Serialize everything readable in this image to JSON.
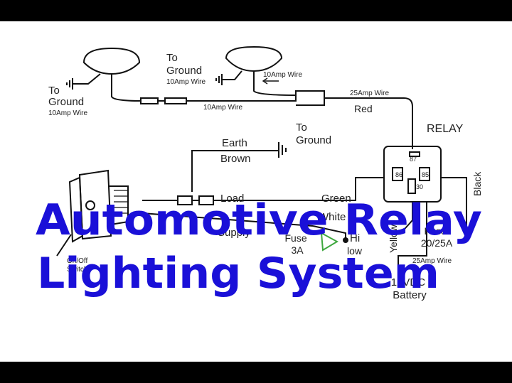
{
  "diagram": {
    "labels": {
      "to_ground_left": "To\nGround",
      "wire_10amp_left": "10Amp Wire",
      "to_ground_mid": "To\nGround",
      "wire_10amp_mid": "10Amp Wire",
      "wire_10amp_right": "10Amp Wire",
      "wire_10amp_bottom": "10Amp Wire",
      "wire_25amp_top": "25Amp Wire",
      "red": "Red",
      "relay": "RELAY",
      "to_ground_earth": "To\nGround",
      "earth": "Earth",
      "brown": "Brown",
      "load": "Load",
      "green": "Green",
      "white": "White",
      "supply": "Supply",
      "fuse_3a": "Fuse\n3A",
      "hi": "Hi",
      "low": "low",
      "on_off": "On/Off",
      "switch": "Switch",
      "pin_87": "87",
      "pin_86": "86",
      "pin_85": "85",
      "pin_30": "30",
      "black": "Black",
      "yellow": "Yellow",
      "fuse_20_25a": "Fuse\n20/25A",
      "wire_25amp_bottom": "25Amp Wire",
      "battery": "12VDC\nBattery"
    }
  },
  "overlay_title": {
    "line1": "Automotive Relay",
    "line2": "Lighting System"
  },
  "colors": {
    "title": "#1a10d8",
    "fuse_symbol": "#3fa83f",
    "wire": "#111111"
  }
}
